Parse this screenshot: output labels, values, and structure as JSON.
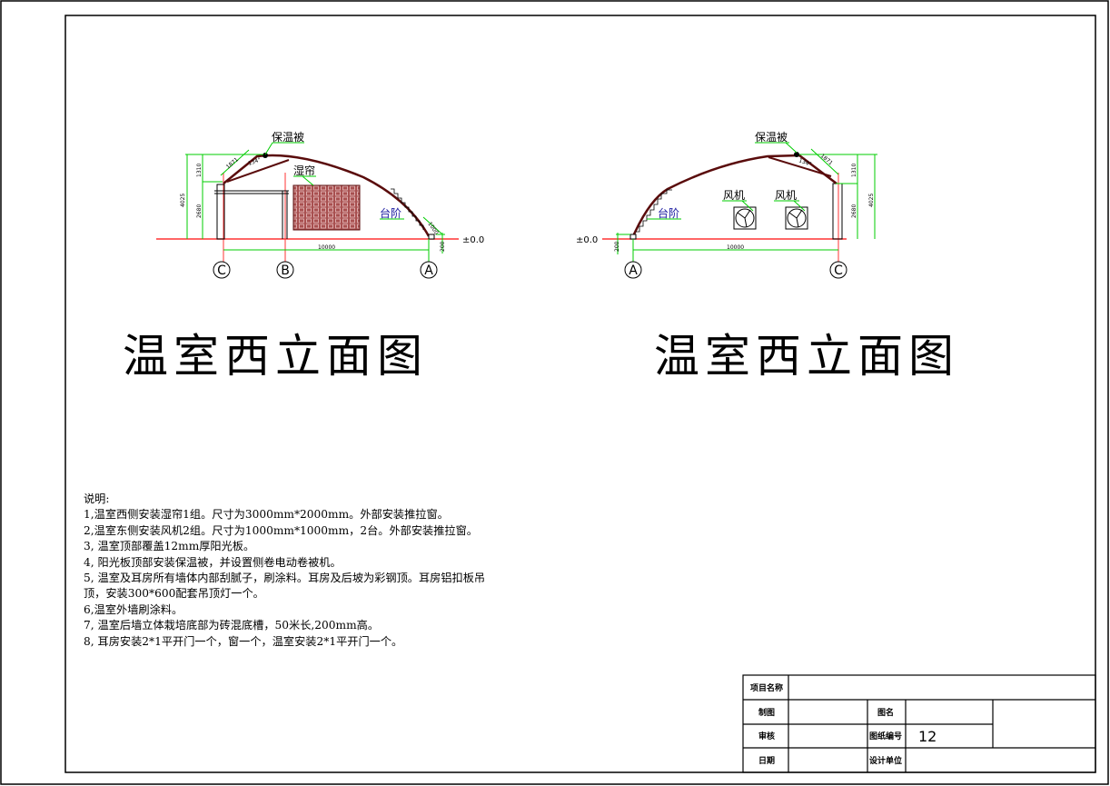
{
  "drawing_left": {
    "title": "温室西立面图",
    "labels": {
      "quilt": "保温被",
      "wet_curtain": "湿帘",
      "steps": "台阶",
      "level": "±0.0"
    },
    "dimensions": {
      "total_height": "4025",
      "upper_height": "1310",
      "lower_height": "2680",
      "slope": "1871",
      "angle": "134°",
      "step_len": "1000",
      "span": "10000",
      "base": "200"
    },
    "axes": [
      "C",
      "B",
      "A"
    ]
  },
  "drawing_right": {
    "title": "温室西立面图",
    "labels": {
      "quilt": "保温被",
      "fan1": "风机",
      "fan2": "风机",
      "steps": "台阶",
      "level": "±0.0"
    },
    "dimensions": {
      "total_height": "4025",
      "upper_height": "1310",
      "lower_height": "2680",
      "slope": "1871",
      "angle": "134°",
      "span": "10000",
      "base": "200"
    },
    "axes": [
      "A",
      "C"
    ]
  },
  "notes": {
    "heading": "说明:",
    "lines": [
      "1,温室西侧安装湿帘1组。尺寸为3000mm*2000mm。外部安装推拉窗。",
      "2,温室东侧安装风机2组。尺寸为1000mm*1000mm，2台。外部安装推拉窗。",
      "3, 温室顶部覆盖12mm厚阳光板。",
      "4, 阳光板顶部安装保温被，并设置侧卷电动卷被机。",
      "5, 温室及耳房所有墙体内部刮腻子，刷涂料。耳房及后坡为彩钢顶。耳房铝扣板吊",
      "顶，安装300*600配套吊顶灯一个。",
      "6,温室外墙刷涂料。",
      "7, 温室后墙立体栽培底部为砖混底槽，50米长,200mm高。",
      "8, 耳房安装2*1平开门一个，窗一个，温室安装2*1平开门一个。"
    ]
  },
  "title_block": {
    "project_name_label": "项目名称",
    "drawn_label": "制图",
    "drawing_name_label": "图名",
    "review_label": "审核",
    "drawing_no_label": "图纸编号",
    "drawing_no": "12",
    "date_label": "日期",
    "design_unit_label": "设计单位"
  },
  "colors": {
    "dimension": "#00cc00",
    "axis": "#ff3333",
    "structure": "#5a0c0c",
    "curtain": "#b04a4a"
  }
}
